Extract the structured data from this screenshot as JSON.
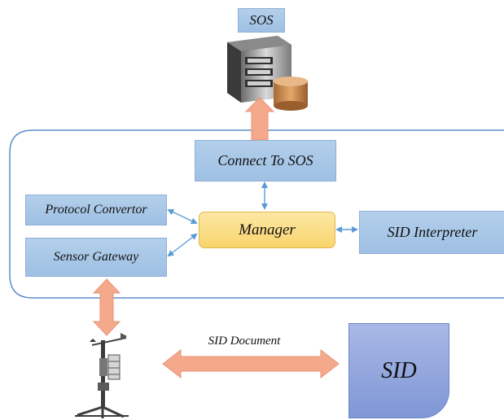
{
  "labels": {
    "sos": "SOS",
    "connect_to_sos": "Connect To SOS",
    "protocol_convertor": "Protocol Convertor",
    "sensor_gateway": "Sensor Gateway",
    "manager": "Manager",
    "sid_interpreter": "SID Interpreter",
    "sid_document": "SID Document",
    "sid": "SID"
  },
  "icons": {
    "server": "server-database-icon",
    "weather_station": "weather-station-icon"
  },
  "colors": {
    "box_fill": "#a8c6e8",
    "manager_fill": "#f9d97a",
    "sid_fill": "#8fa4dc",
    "big_arrow": "#f4a98a",
    "thin_arrow": "#5b9bd5",
    "container_border": "#5b8fc9"
  }
}
